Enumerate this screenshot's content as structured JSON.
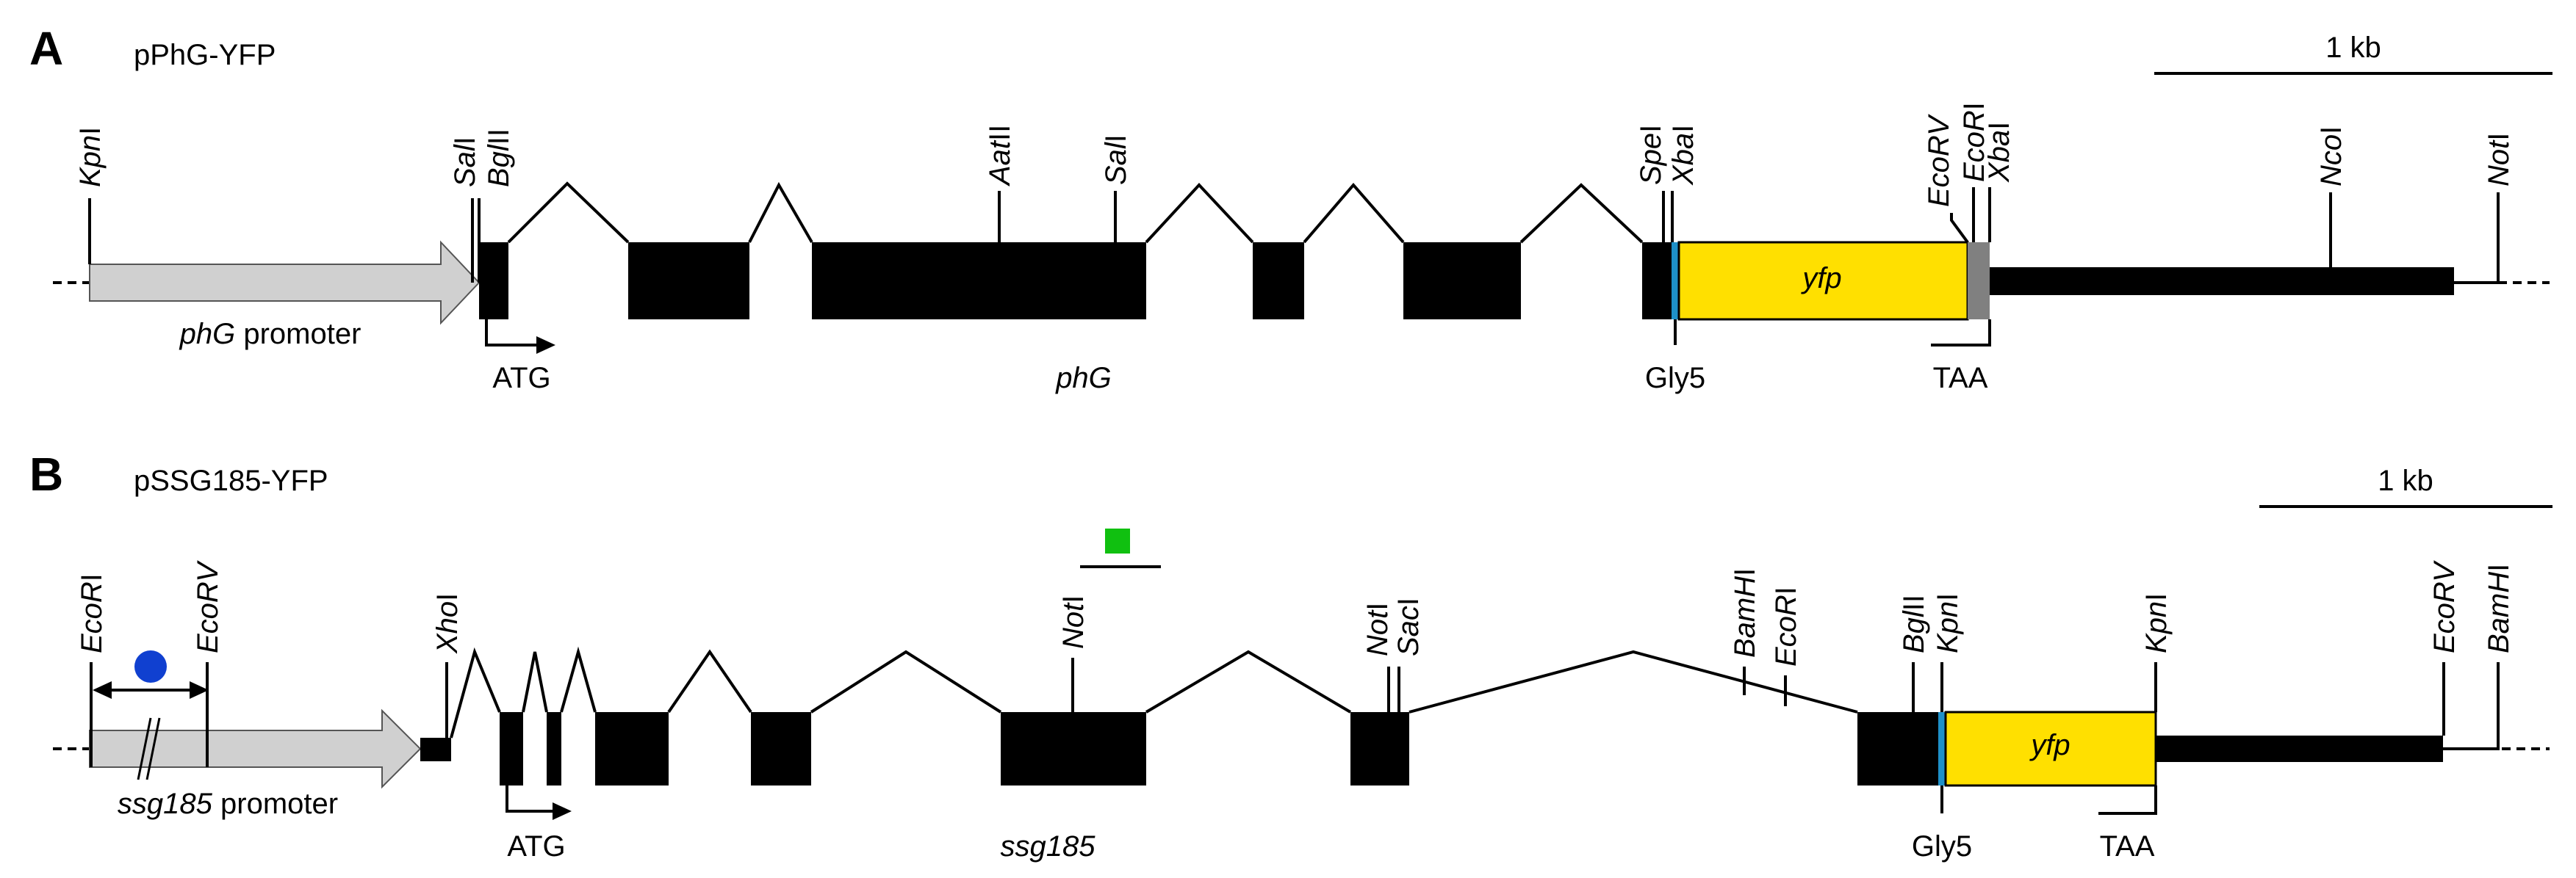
{
  "colors": {
    "exon": "#000000",
    "promoter": "#d0d0d0",
    "yfp": "#ffe000",
    "linker": "#1e90c8",
    "stop": "#808080",
    "marker_circle": "#1040d0",
    "marker_square": "#10c010"
  },
  "icons": {
    "circle": "blue-circle-marker-icon",
    "square": "green-square-marker-icon"
  },
  "panels": [
    {
      "letter": "A",
      "plasmid": "pPhG-YFP",
      "scale_label": "1 kb",
      "promoter": {
        "italic": "phG",
        "rest": " promoter"
      },
      "gene_label": "phG",
      "atg": "ATG",
      "gly": "Gly5",
      "taa": "TAA",
      "yfp": "yfp",
      "sites": [
        {
          "i": "Kpn",
          "r": "I"
        },
        {
          "i": "Sal",
          "r": "I"
        },
        {
          "i": "Bgl",
          "r": "II"
        },
        {
          "i": "Aat",
          "r": "II"
        },
        {
          "i": "Sal",
          "r": "I"
        },
        {
          "i": "Spe",
          "r": "I"
        },
        {
          "i": "Xba",
          "r": "I"
        },
        {
          "i": "EcoRV",
          "r": ""
        },
        {
          "i": "EcoR",
          "r": "I"
        },
        {
          "i": "Xba",
          "r": "I"
        },
        {
          "i": "Nco",
          "r": "I"
        },
        {
          "i": "Not",
          "r": "I"
        }
      ]
    },
    {
      "letter": "B",
      "plasmid": "pSSG185-YFP",
      "scale_label": "1 kb",
      "promoter": {
        "italic": "ssg185",
        "rest": " promoter"
      },
      "gene_label": "ssg185",
      "atg": "ATG",
      "gly": "Gly5",
      "taa": "TAA",
      "yfp": "yfp",
      "sites": [
        {
          "i": "EcoR",
          "r": "I"
        },
        {
          "i": "EcoRV",
          "r": ""
        },
        {
          "i": "Xho",
          "r": "I"
        },
        {
          "i": "Not",
          "r": "I"
        },
        {
          "i": "Not",
          "r": "I"
        },
        {
          "i": "Sac",
          "r": "I"
        },
        {
          "i": "BamH",
          "r": "I"
        },
        {
          "i": "EcoR",
          "r": "I"
        },
        {
          "i": "Bgl",
          "r": "II"
        },
        {
          "i": "Kpn",
          "r": "I"
        },
        {
          "i": "Kpn",
          "r": "I"
        },
        {
          "i": "EcoRV",
          "r": ""
        },
        {
          "i": "BamH",
          "r": "I"
        }
      ]
    }
  ]
}
